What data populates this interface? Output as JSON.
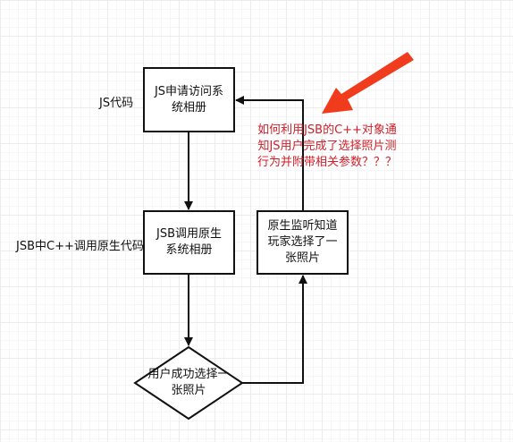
{
  "diagram": {
    "nodes": [
      {
        "id": "js-request",
        "text": "JS申请访问系\n统相册"
      },
      {
        "id": "jsb-call",
        "text": "JSB调用原生\n系统相册"
      },
      {
        "id": "user-select",
        "text": "用户成功选择一\n张照片"
      },
      {
        "id": "native-listen",
        "text": "原生监听知道\n玩家选择了一\n张照片"
      }
    ],
    "labels": {
      "js_code": "JS代码",
      "jsb_code": "JSB中C++调用原生代码"
    },
    "annotation": {
      "text": "如何利用JSB的C++对象通\n知JS用户完成了选择照片测\n行为并附带相关参数？？？",
      "color": "#d0202a"
    },
    "colors": {
      "stroke": "#111111",
      "arrow": "#f03c1c"
    }
  }
}
